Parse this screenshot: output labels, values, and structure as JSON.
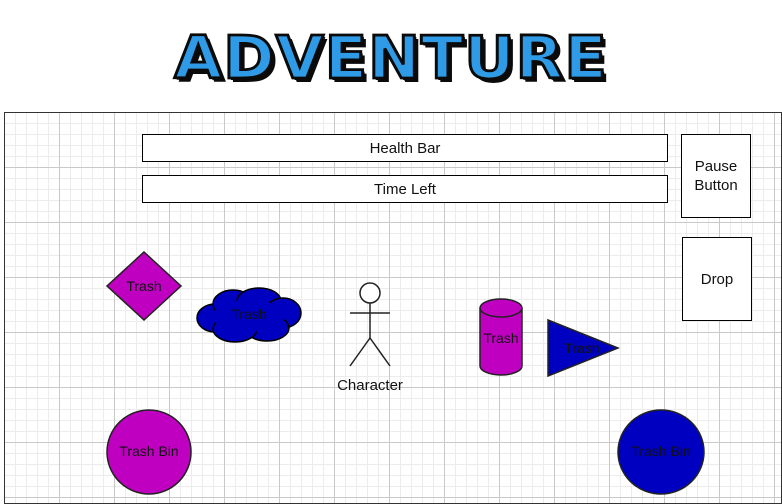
{
  "title": "ADVENTURE",
  "hud": {
    "health_bar": "Health Bar",
    "time_left": "Time Left",
    "pause_button": "Pause Button",
    "drop": "Drop"
  },
  "objects": {
    "trash_diamond": "Trash",
    "trash_cloud": "Trash",
    "trash_cylinder": "Trash",
    "trash_triangle": "Trash",
    "character": "Character",
    "trash_bin_left": "Trash Bin",
    "trash_bin_right": "Trash Bin"
  },
  "colors": {
    "magenta": "#c000c0",
    "blue": "#0000c0",
    "title_blue": "#2f9be6"
  }
}
